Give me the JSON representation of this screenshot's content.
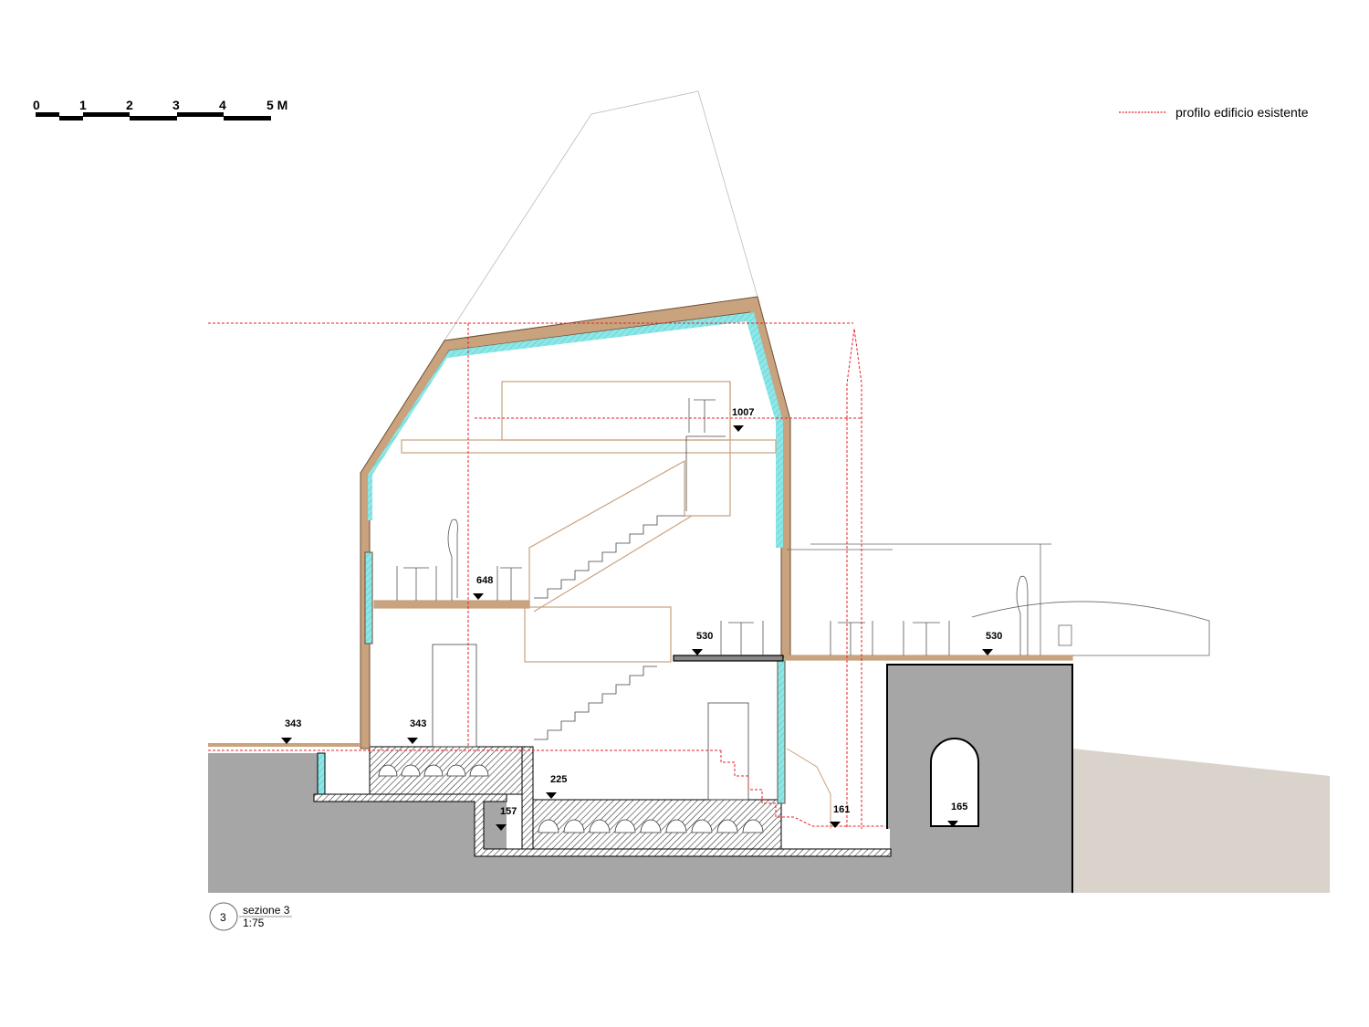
{
  "scale_bar": {
    "ticks": [
      "0",
      "1",
      "2",
      "3",
      "4",
      "5 M"
    ]
  },
  "legend": {
    "label": "profilo edificio esistente",
    "color": "#e8202a"
  },
  "section_label": {
    "number": "3",
    "title": "sezione 3",
    "scale": "1:75"
  },
  "elevations": {
    "roof_deck": "1007",
    "mezzanine": "648",
    "first_floor": "530",
    "terrace": "530",
    "street_left": "343",
    "ground_floor": "343",
    "lower_floor": "225",
    "basement_left": "157",
    "stair_bottom": "161",
    "vault": "165"
  },
  "colors": {
    "ground": "#a6a6a6",
    "terrain": "#d9d3cb",
    "insulation": "#7fe3e3",
    "timber": "#c9a27e",
    "existing_profile": "#e8202a"
  }
}
